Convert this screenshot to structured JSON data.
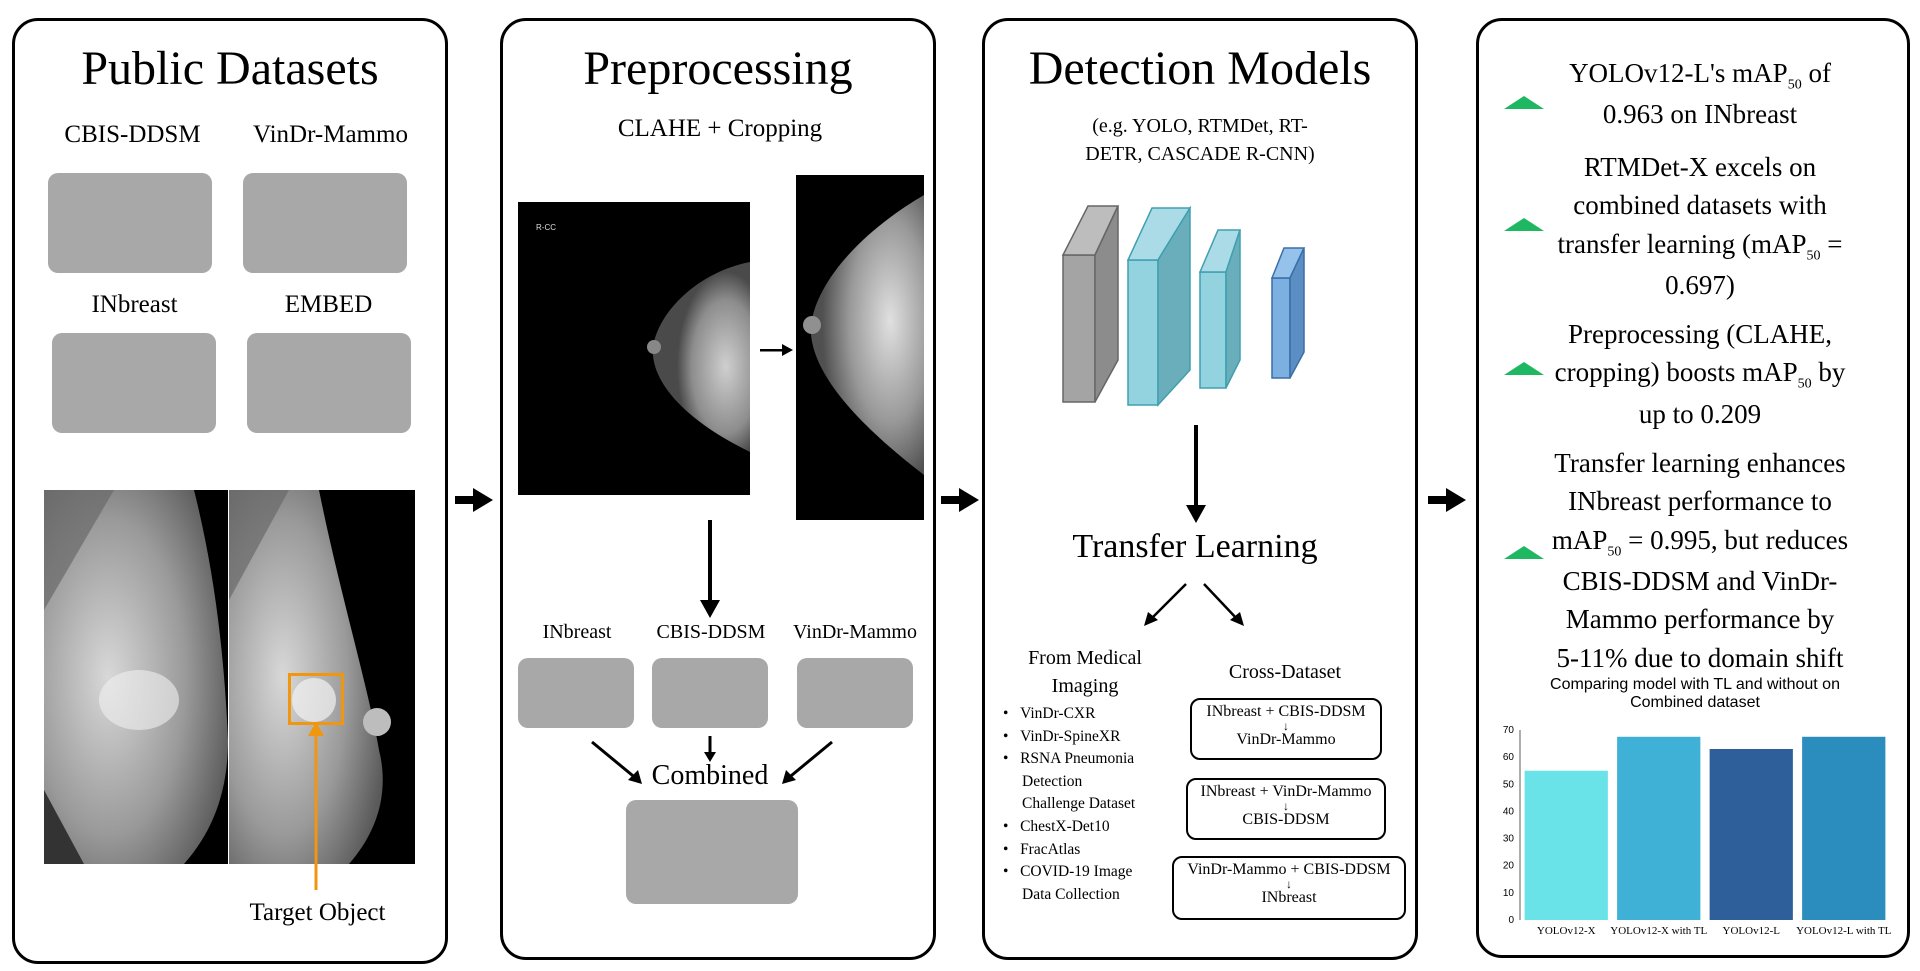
{
  "panel1": {
    "title": "Public Datasets",
    "datasets": [
      "CBIS-DDSM",
      "VinDr-Mammo",
      "INbreast",
      "EMBED"
    ],
    "target_label": "Target Object"
  },
  "panel2": {
    "title": "Preprocessing",
    "subtitle": "CLAHE + Cropping",
    "image_tag": "R-CC",
    "datasets": [
      "INbreast",
      "CBIS-DDSM",
      "VinDr-Mammo"
    ],
    "combined_label": "Combined"
  },
  "panel3": {
    "title": "Detection Models",
    "examples_line1": "(e.g. YOLO, RTMDet, RT-",
    "examples_line2": "DETR, CASCADE R-CNN)",
    "transfer_title": "Transfer Learning",
    "medical_heading_line1": "From Medical",
    "medical_heading_line2": "Imaging",
    "medical_items": [
      "VinDr-CXR",
      "VinDr-SpineXR",
      "RSNA Pneumonia",
      "Detection",
      "Challenge Dataset",
      "ChestX-Det10",
      "FracAtlas",
      "COVID-19 Image",
      "Data Collection"
    ],
    "cross_heading": "Cross-Dataset",
    "cross_boxes": [
      {
        "source": "INbreast + CBIS-DDSM",
        "arrow": "↓",
        "target": "VinDr-Mammo"
      },
      {
        "source": "INbreast + VinDr-Mammo",
        "arrow": "↓",
        "target": "CBIS-DDSM"
      },
      {
        "source": "VinDr-Mammo + CBIS-DDSM",
        "arrow": "↓",
        "target": "INbreast"
      }
    ]
  },
  "panel4": {
    "findings": [
      {
        "line1": "YOLOv12-L's mAP",
        "sub1": "50",
        "line1_tail": " of",
        "line2": "0.963 on INbreast"
      },
      {
        "line1": "RTMDet-X excels on",
        "line2": "combined datasets with",
        "line3": "transfer learning (mAP",
        "sub3": "50",
        "line3_tail": " =",
        "line4": "0.697)"
      },
      {
        "line1": "Preprocessing (CLAHE,",
        "line2": "cropping) boosts mAP",
        "sub2": "50",
        "line2_tail": " by",
        "line3": "up to 0.209"
      },
      {
        "line1": "Transfer learning enhances",
        "line2": "INbreast performance to",
        "line3": "mAP",
        "sub3": "50",
        "line3_tail": " = 0.995, but reduces",
        "line4": "CBIS-DDSM and VinDr-",
        "line5": "Mammo performance by",
        "line6": "5-11% due to domain shift"
      }
    ],
    "accent_color": "#1fb862"
  },
  "chart_data": {
    "type": "bar",
    "title_line1": "Comparing model with TL and without on",
    "title_line2": "Combined dataset",
    "categories": [
      "YOLOv12-X",
      "YOLOv12-X with TL",
      "YOLOv12-L",
      "YOLOv12-L with TL"
    ],
    "values": [
      55,
      67.5,
      63,
      67.5
    ],
    "colors": [
      "#6ae3e8",
      "#3fb1d6",
      "#2e5f9a",
      "#2b8dbd"
    ],
    "yticks": [
      0,
      10,
      20,
      30,
      40,
      50,
      60,
      70
    ],
    "ylim": [
      0,
      70
    ],
    "grid": false
  }
}
